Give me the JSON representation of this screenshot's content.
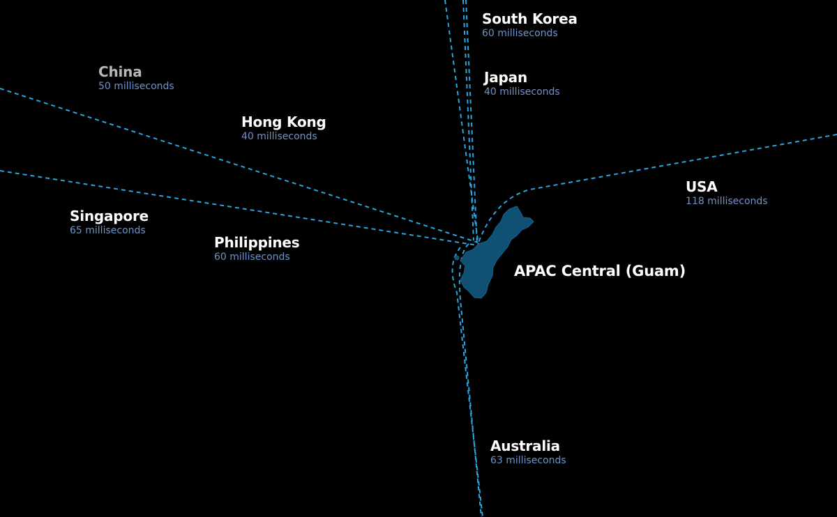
{
  "hub": {
    "name": "APAC Central (Guam)"
  },
  "locations": [
    {
      "id": "south-korea",
      "name": "South Korea",
      "latency": "60 milliseconds"
    },
    {
      "id": "japan",
      "name": "Japan",
      "latency": "40 milliseconds"
    },
    {
      "id": "china",
      "name": "China",
      "latency": "50 milliseconds"
    },
    {
      "id": "hong-kong",
      "name": "Hong Kong",
      "latency": "40 milliseconds"
    },
    {
      "id": "singapore",
      "name": "Singapore",
      "latency": "65 milliseconds"
    },
    {
      "id": "philippines",
      "name": "Philippines",
      "latency": "60 milliseconds"
    },
    {
      "id": "usa",
      "name": "USA",
      "latency": "118 milliseconds"
    },
    {
      "id": "australia",
      "name": "Australia",
      "latency": "63 milliseconds"
    }
  ],
  "colors": {
    "background": "#000000",
    "route": "#2aa6e0",
    "island": "#0f5073",
    "latency_text": "#6f93c9",
    "label_text": "#ffffff",
    "label_text_dim": "#b8b8b8"
  }
}
